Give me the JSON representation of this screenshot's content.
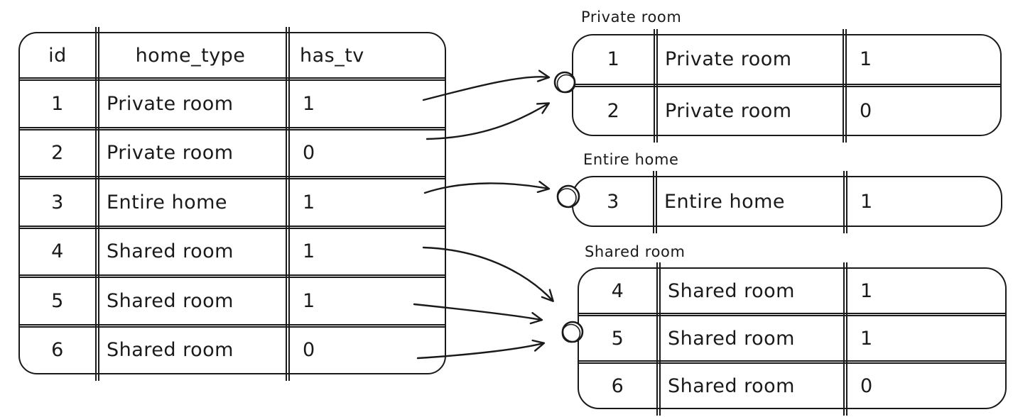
{
  "source_table": {
    "columns": [
      "id",
      "home_type",
      "has_tv"
    ],
    "rows": [
      [
        "1",
        "Private room",
        "1"
      ],
      [
        "2",
        "Private room",
        "0"
      ],
      [
        "3",
        "Entire home",
        "1"
      ],
      [
        "4",
        "Shared room",
        "1"
      ],
      [
        "5",
        "Shared room",
        "1"
      ],
      [
        "6",
        "Shared room",
        "0"
      ]
    ]
  },
  "groups": [
    {
      "label": "Private room",
      "rows": [
        [
          "1",
          "Private room",
          "1"
        ],
        [
          "2",
          "Private room",
          "0"
        ]
      ]
    },
    {
      "label": "Entire home",
      "rows": [
        [
          "3",
          "Entire home",
          "1"
        ]
      ]
    },
    {
      "label": "Shared room",
      "rows": [
        [
          "4",
          "Shared room",
          "1"
        ],
        [
          "5",
          "Shared room",
          "1"
        ],
        [
          "6",
          "Shared room",
          "0"
        ]
      ]
    }
  ],
  "colors": {
    "ink": "#1a1a1a",
    "background": "#ffffff"
  }
}
